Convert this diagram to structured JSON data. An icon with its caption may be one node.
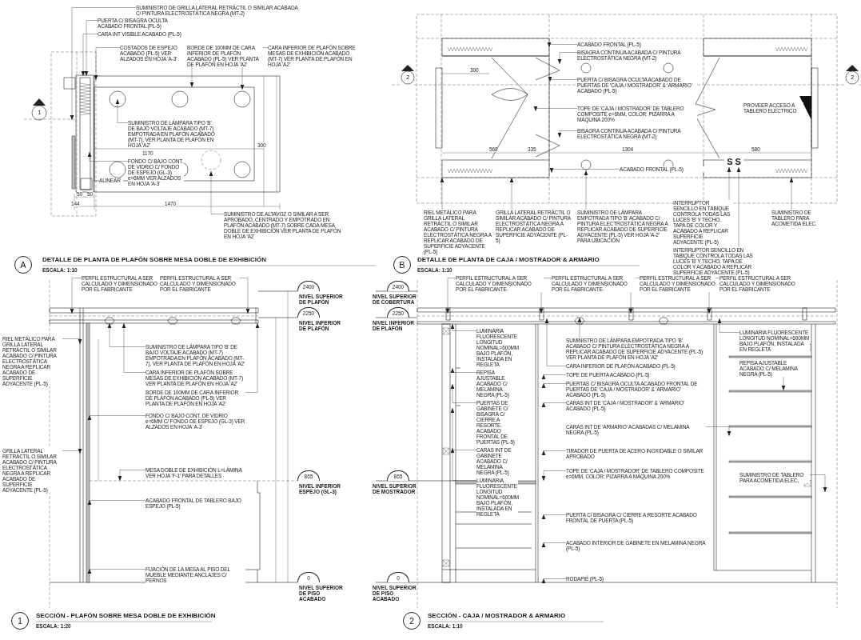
{
  "diagram": {
    "nodes": [
      {
        "text": [
          "A"
        ],
        "beside": [
          "DETALLE DE PLANTA DE PLAFÓN SOBRE MESA DOBLE DE EXHIBICIÓN",
          "ESCALA: 1:10"
        ]
      },
      {
        "text": [
          "B"
        ],
        "beside": [
          "DETALLE DE PLANTA DE CAJA / MOSTRADOR & ARMARIO",
          "ESCALA: 1:10"
        ]
      },
      {
        "text": [
          "2400"
        ],
        "beside": [
          "NIVEL SUPERIOR DE PLAFÓN"
        ]
      },
      {
        "text": [
          "2250"
        ],
        "beside": [
          "NIVEL INFERIOR DE PLAFÓN"
        ]
      },
      {
        "text": [
          "865"
        ],
        "beside": [
          "NIVEL INFERIOR ESPEJO (GL-3)"
        ]
      },
      {
        "text": [
          "0"
        ],
        "beside": [
          "NIVEL SUPERIOR DE PISO ACABADO"
        ]
      },
      {
        "text": [
          "1"
        ],
        "beside": [
          "SECCIÓN - PLAFÓN SOBRE MESA DOBLE DE EXHIBICIÓN",
          "ESCALA: 1:20"
        ]
      },
      {
        "text": [
          "2400"
        ],
        "beside": [
          "NIVEL SUPERIOR DE COBERTURA"
        ]
      },
      {
        "text": [
          "2250"
        ],
        "beside": [
          "NIVEL INFERIOR DE PLAFÓN"
        ]
      },
      {
        "text": [
          "865"
        ],
        "beside": [
          "NIVEL SUPERIOR DE MOSTRADOR"
        ]
      },
      {
        "text": [
          "0"
        ],
        "beside": [
          "NIVEL SUPERIOR DE PISO ACABADO"
        ]
      },
      {
        "text": [
          "2"
        ],
        "beside": [
          "SECCIÓN - CAJA / MOSTRADOR & ARMARIO",
          "ESCALA: 1:10"
        ]
      },
      {
        "text": [
          "SUMINISTRO DE GRILLA LATERAL RETRÁCTIL O SIMILAR ACABADA C/ PINTURA ELECTROSTÁTICA NEGRA (MT-2)"
        ]
      },
      {
        "text": [
          "PUERTA C/ BISAGRA OCULTA ACABADO FRONTAL (PL-5)"
        ]
      },
      {
        "text": [
          "CARA INT VISIBLE ACABADO (PL-5)"
        ]
      },
      {
        "text": [
          "COSTADOS DE ESPEJO ACABADO (PL-5) VER ALZADOS EN HOJA 'A-3'"
        ]
      },
      {
        "text": [
          "BORDE DE 100MM DE CARA INFERIOR DE PLAFÓN ACABADO (PL-5) VER PLANTA DE PLAFÓN EN HOJA 'A2'"
        ]
      },
      {
        "text": [
          "CARA INFERIOR DE PLAFÓN SOBRE MESAS DE EXHIBICIÓN ACABADO (MT-7) VER PLANTA DE PLAFÓN EN HOJA 'A2'"
        ]
      },
      {
        "text": [
          "SUMINISTRO DE LÁMPARA TIPO 'B' DE BAJO VOLTAJE ACABADO (MT-7) EMPOTRADA EN PLAFÓN ACABADO (MT-7), VER PLANTA DE PLAFÓN EN HOJA 'A2'"
        ]
      },
      {
        "text": [
          "FONDO C/ BAJO CONT. DE VIDRIO C/ FONDO DE ESPEJO (GL-3) e=6MM VER ALZADOS EN HOJA 'A-3'"
        ]
      },
      {
        "text": [
          "SUMINISTRO DE ALTAVOZ O SIMILAR A SER APROBADO, CENTRADO Y EMPOTRADO EN PLAFÓN ACABADO (MT-7) SOBRE CADA MESA DOBLE DE EXHIBICIÓN VER PLANTA DE PLAFÓN EN HOJA 'A2'"
        ]
      },
      {
        "text": [
          "ACABADO FRONTAL (PL-5)"
        ]
      },
      {
        "text": [
          "BISAGRA CONTINUA ACABADA C/ PINTURA ELECTROSTÁTICA NEGRA (MT-2)"
        ]
      },
      {
        "text": [
          "PUERTA C/ BISAGRA OCULTA ACABADO DE PUERTAS DE 'CAJA / MOSTRADOR' & 'ARMARIO' ACABADO (PL-5)"
        ]
      },
      {
        "text": [
          "TOPE DE 'CAJA / MOSTRADOR' DE TABLERO COMPOSITE e=6MM, COLOR: PIZARRA A MÁQUINA 200%"
        ]
      },
      {
        "text": [
          "BISAGRA CONTINUA ACABADA C/ PINTURA ELECTROSTÁTICA NEGRA (MT-2)"
        ]
      },
      {
        "text": [
          "ACABADO FRONTAL (PL-5)"
        ]
      },
      {
        "text": [
          "RIEL METÁLICO PARA GRILLA LATERAL RETRÁCTIL O SIMILAR ACABADO C/ PINTURA ELECTROSTÁTICA NEGRA A REPLICAR ACABADO DE SUPERFICIE ADYACENTE (PL-5)"
        ]
      },
      {
        "text": [
          "GRILLA LATERAL RETRÁCTIL O SIMILAR ACABADO C/ PINTURA ELECTROSTÁTICA NEGRA A REPLICAR ACABADO DE SUPERFICIE ADYACENTE (PL-5)"
        ]
      },
      {
        "text": [
          "SUMINISTRO DE LÁMPARA EMPOTRADA TIPO 'B' ACABADO C/ PINTURA ELECTROSTÁTICA NEGRA A REPLICAR ACABADO DE SUPERFICIE ADYACENTE (PL-5) VER HOJA 'A-2' PARA UBICACIÓN"
        ]
      },
      {
        "text": [
          "INTERRUPTOR SENCILLO EN TABIQUE CONTROLA TODAS LAS LUCES 'B' Y TECHO, TAPA DE COLOR Y ACABADO A REPLICAR SUPERFICIE ADYACENTE (PL-5)"
        ]
      },
      {
        "text": [
          "SUMINISTRO DE TABLERO PARA ACOMETIDA ELEC."
        ]
      },
      {
        "text": [
          "INTERRUPTOR SENCILLO EN TABIQUE CONTROLA TODAS LAS LUCES 'B' Y TECHO, TAPA DE COLOR Y ACABADO A REPLICAR SUPERFICIE ADYACENTE (PL-5)"
        ]
      },
      {
        "text": [
          "PERFIL ESTRUCTURAL A SER CALCULADO Y DIMENSIONADO POR EL FABRICANTE"
        ]
      },
      {
        "text": [
          "PERFIL ESTRUCTURAL A SER CALCULADO Y DIMENSIONADO POR EL FABRICANTE"
        ]
      },
      {
        "text": [
          "RIEL METÁLICO PARA GRILLA LATERAL RETRÁCTIL O SIMILAR ACABADO C/ PINTURA ELECTROSTÁTICA NEGRA A REPLICAR ACABADO DE SUPERFICIE ADYACENTE (PL-5)"
        ]
      },
      {
        "text": [
          "SUMINISTRO DE LÁMPARA TIPO 'B' DE BAJO VOLTAJE ACABADO (MT-7) EMPOTRADA EN PLAFÓN ACABADO (MT-7), VER PLANTA DE PLAFÓN EN HOJA 'A2'"
        ]
      },
      {
        "text": [
          "CARA INFERIOR DE PLAFÓN SOBRE MESAS DE EXHIBICIÓN ACABADO (MT-7) VER PLANTA DE PLAFÓN EN HOJA 'A2'"
        ]
      },
      {
        "text": [
          "BORDE DE 100MM DE CARA INFERIOR DE PLAFÓN ACABADO (PL-5) VER PLANTA DE PLAFÓN EN HOJA 'A2'"
        ]
      },
      {
        "text": [
          "FONDO C/ BAJO CONT. DE VIDRIO e=6MM C/ FONDO DE ESPEJO (GL-3) VER ALZADOS EN HOJA 'A-3'"
        ]
      },
      {
        "text": [
          "GRILLA LATERAL RETRÁCTIL O SIMILAR ACABADO C/ PINTURA ELECTROSTÁTICA NEGRA A REPLICAR ACABADO DE SUPERFICIE ADYACENTE (PL-5)"
        ]
      },
      {
        "text": [
          "MESA DOBLE DE EXHIBICIÓN L=LÁMINA VER HOJA 'F-1' PARA DETALLES"
        ]
      },
      {
        "text": [
          "ACABADO FRONTAL DE TABLERO BAJO ESPEJO (PL-5)"
        ]
      },
      {
        "text": [
          "FIJACIÓN DE LA MESA AL PISO DEL MUEBLE MEDIANTE ANCLAJES C/ PERNOS"
        ]
      },
      {
        "text": [
          "PERFIL ESTRUCTURAL A SER CALCULADO Y DIMENSIONADO POR EL FABRICANTE"
        ]
      },
      {
        "text": [
          "PERFIL ESTRUCTURAL A SER CALCULADO Y DIMENSIONADO POR EL FABRICANTE"
        ]
      },
      {
        "text": [
          "PERFIL ESTRUCTURAL A SER CALCULADO Y DIMENSIONADO POR EL FABRICANTE"
        ]
      },
      {
        "text": [
          "PERFIL ESTRUCTURAL A SER CALCULADO Y DIMENSIONADO POR EL FABRICANTE"
        ]
      },
      {
        "text": [
          "LUMINARIA FLUORESCENTE LONGITUD NOMINAL=600MM BAJO PLAFÓN, INSTALADA EN REGLETA"
        ]
      },
      {
        "text": [
          "SUMINISTRO DE LÁMPARA EMPOTRADA TIPO 'B' ACABADO C/ PINTURA ELECTROSTÁTICA NEGRA A REPLICAR ACABADO DE SUPERFICIE ADYACENTE (PL-5) VER PLANTA DE PLAFÓN EN HOJA 'A2'"
        ]
      },
      {
        "text": [
          "LUMINARIA FLUORESCENTE LONGITUD NOMINAL=600MM BAJO PLAFÓN, INSTALADA EN REGLETA"
        ]
      },
      {
        "text": [
          "REPISA AJUSTABLE ACABADO C/ MELAMINA NEGRA (PL-5)"
        ]
      },
      {
        "text": [
          "CARA INFERIOR DE PLAFÓN ACABADO (PL-5)"
        ]
      },
      {
        "text": [
          "REPISA AJUSTABLE ACABADO C/ MELAMINA NEGRA (PL-5)"
        ]
      },
      {
        "text": [
          "TOPE DE PUERTA ACABADO (PL-5)"
        ]
      },
      {
        "text": [
          "PUERTAS DE GABINETE C/ BISAGRA C/ CIERRE A RESORTE. ACABADO FRONTAL DE PUERTAS (PL-5)"
        ]
      },
      {
        "text": [
          "PUERTAS C/ BISAGRA OCULTA ACABADO FRONTAL DE PUERTAS DE 'CAJA / MOSTRADOR' & 'ARMARIO' ACABADO (PL-5)"
        ]
      },
      {
        "text": [
          "CARAS INT DE GABINETE ACABADO C/ MELAMINA NEGRA (PL-5)"
        ]
      },
      {
        "text": [
          "CARAS INT DE 'CAJA / MOSTRADOR' & 'ARMARIO' ACABADO (PL-5)"
        ]
      },
      {
        "text": [
          "SUMINISTRO DE TABLERO PARA ACOMETIDA ELEC."
        ]
      },
      {
        "text": [
          "LUMINARIA FLUORESCENTE LONGITUD NOMINAL=600MM BAJO PLAFÓN, INSTALADA EN REGLETA"
        ]
      },
      {
        "text": [
          "CARAS INT DE 'ARMARIO' ACABADAS C/ MELAMINA NEGRA (PL-5)"
        ]
      },
      {
        "text": [
          "TIRADOR DE PUERTA DE ACERO INOXIDABLE O SIMILAR APROBADO"
        ]
      },
      {
        "text": [
          "TOPE DE 'CAJA / MOSTRADOR' DE TABLERO COMPOSITE e=6MM, COLOR: PIZARRA A MÁQUINA 200%"
        ]
      },
      {
        "text": [
          "PUERTA C/ BISAGRA C/ CIERRE A RESORTE ACABADO FRONTAL DE PUERTA (PL-5)"
        ]
      },
      {
        "text": [
          "ACABADO INTERIOR DE GABINETE EN MELAMINA NEGRA (PL-5)"
        ]
      },
      {
        "text": [
          "RODAPIÉ (PL-5)"
        ]
      },
      {
        "text": [
          "S S"
        ]
      }
    ],
    "edges": [
      {
        "from": 12,
        "to": null,
        "arrow": "to"
      },
      {
        "from": 13,
        "to": null,
        "arrow": "to"
      },
      {
        "from": 14,
        "to": null,
        "arrow": "to"
      },
      {
        "from": 15,
        "to": null,
        "arrow": "to"
      },
      {
        "from": 16,
        "to": null,
        "arrow": "to"
      },
      {
        "from": 17,
        "to": null,
        "arrow": "to"
      },
      {
        "from": 18,
        "to": null,
        "arrow": "to"
      },
      {
        "from": 19,
        "to": null,
        "arrow": "to"
      },
      {
        "from": 20,
        "to": null,
        "arrow": "to"
      },
      {
        "from": 21,
        "to": null,
        "arrow": "to"
      },
      {
        "from": 22,
        "to": null,
        "arrow": "to"
      },
      {
        "from": 23,
        "to": null,
        "arrow": "to"
      },
      {
        "from": 24,
        "to": null,
        "arrow": "to"
      },
      {
        "from": 25,
        "to": null,
        "arrow": "to"
      },
      {
        "from": 26,
        "to": null,
        "arrow": "to"
      },
      {
        "from": 27,
        "to": null,
        "arrow": "to"
      },
      {
        "from": 28,
        "to": null,
        "arrow": "to"
      },
      {
        "from": 29,
        "to": null,
        "arrow": "to"
      },
      {
        "from": 30,
        "to": 67,
        "arrow": "to"
      },
      {
        "from": 31,
        "to": null,
        "arrow": "to"
      },
      {
        "from": 32,
        "to": 67,
        "arrow": "to"
      },
      {
        "from": 33,
        "to": null,
        "arrow": "to"
      },
      {
        "from": 34,
        "to": null,
        "arrow": "to"
      },
      {
        "from": 35,
        "to": null,
        "arrow": "to"
      },
      {
        "from": 36,
        "to": null,
        "arrow": "to"
      },
      {
        "from": 37,
        "to": null,
        "arrow": "to"
      },
      {
        "from": 38,
        "to": null,
        "arrow": "to"
      },
      {
        "from": 39,
        "to": null,
        "arrow": "to"
      },
      {
        "from": 40,
        "to": null,
        "arrow": "to"
      },
      {
        "from": 41,
        "to": null,
        "arrow": "to"
      },
      {
        "from": 42,
        "to": null,
        "arrow": "to"
      },
      {
        "from": 43,
        "to": null,
        "arrow": "to"
      },
      {
        "from": 44,
        "to": null,
        "arrow": "to"
      },
      {
        "from": 45,
        "to": null,
        "arrow": "to"
      },
      {
        "from": 46,
        "to": null,
        "arrow": "to"
      },
      {
        "from": 47,
        "to": null,
        "arrow": "to"
      },
      {
        "from": 48,
        "to": null,
        "arrow": "to"
      },
      {
        "from": 49,
        "to": null,
        "arrow": "to"
      },
      {
        "from": 50,
        "to": null,
        "arrow": "to"
      },
      {
        "from": 51,
        "to": null,
        "arrow": "to"
      },
      {
        "from": 52,
        "to": null,
        "arrow": "to"
      },
      {
        "from": 53,
        "to": null,
        "arrow": "to"
      },
      {
        "from": 54,
        "to": null,
        "arrow": "to"
      },
      {
        "from": 55,
        "to": null,
        "arrow": "to"
      },
      {
        "from": 56,
        "to": null,
        "arrow": "to"
      },
      {
        "from": 57,
        "to": null,
        "arrow": "to"
      },
      {
        "from": 58,
        "to": null,
        "arrow": "to"
      },
      {
        "from": 59,
        "to": null,
        "arrow": "to"
      },
      {
        "from": 60,
        "to": null,
        "arrow": "to"
      },
      {
        "from": 61,
        "to": null,
        "arrow": "to"
      },
      {
        "from": 62,
        "to": null,
        "arrow": "to"
      },
      {
        "from": 63,
        "to": null,
        "arrow": "to"
      },
      {
        "from": 64,
        "to": null,
        "arrow": "to"
      },
      {
        "from": 65,
        "to": null,
        "arrow": "to"
      },
      {
        "from": 66,
        "to": null,
        "arrow": "to"
      }
    ],
    "labels": [
      "1",
      "1170",
      "300",
      "ALINEAR",
      "50",
      "50",
      "144",
      "1470",
      "300",
      "2",
      "2",
      "PROVEER ACCESO A TABLERO ELÉCTRICO",
      "568",
      "335",
      "1304",
      "580"
    ]
  }
}
